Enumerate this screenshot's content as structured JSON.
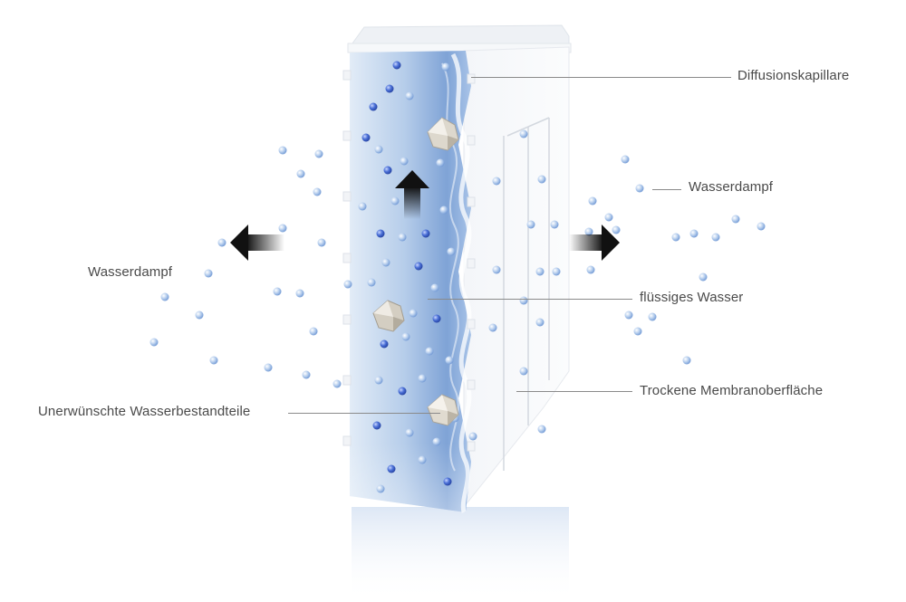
{
  "labels": {
    "diffusion_capillary": "Diffusionskapillare",
    "vapor_right": "Wasserdampf",
    "vapor_left": "Wasserdampf",
    "liquid_water": "flüssiges Wasser",
    "dry_membrane_surface": "Trockene Membranoberfläche",
    "unwanted_constituents": "Unerwünschte Wasserbestandteile"
  },
  "colors": {
    "water_light": "#dbe8f5",
    "water_mid": "#9fbde3",
    "water_deep": "#5f8bc8",
    "droplet": "#8fb4e2",
    "droplet_dark": "#3d63c8",
    "particle": "#d8d2c6",
    "arrow": "#111111",
    "label_text": "#4a4a4a",
    "leader_line": "#8a8a8a"
  },
  "icons": {
    "arrow_up": "arrow-up-icon",
    "arrow_left": "arrow-left-icon",
    "arrow_right": "arrow-right-icon"
  }
}
